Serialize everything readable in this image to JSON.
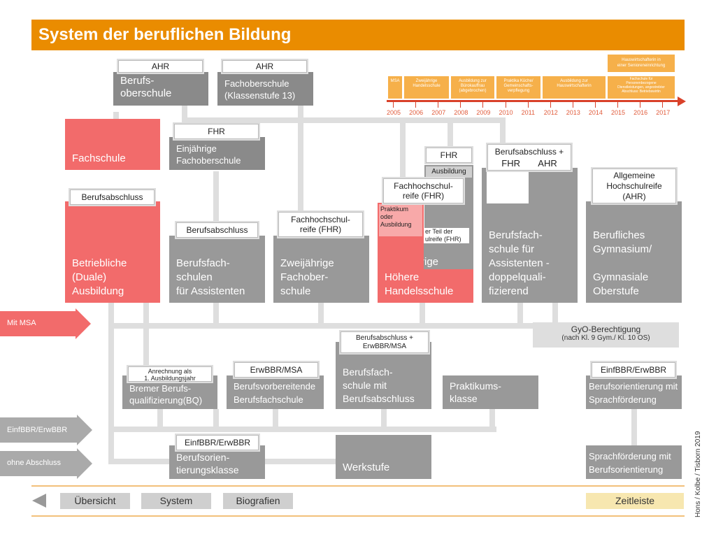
{
  "title": "System der beruflichen Bildung",
  "boxes": {
    "berufsoberschule": "Berufs-\noberschule",
    "fachoberschule13": "Fachoberschule\n(Klassenstufe 13)",
    "fachschule": "Fachschule",
    "einjaehrige_fos": "Einjährige\nFachoberschule",
    "betriebliche": "Betriebliche\n(Duale)\nAusbildung",
    "bfs_assistenten": "Berufsfach-\nschulen\nfür Assistenten",
    "zweijaehrige_fos": "Zweijährige\nFachober-\nschule",
    "hoehere_hs": "Höhere\nHandelsschule",
    "hoehere_partial": "rige",
    "bfs_doppel": "Berufsfach-\nschule für\nAssistenten -\ndoppelquali-\nfizierend",
    "gymnasium": "Berufliches\nGymnasium/\n\nGymnasiale\nOberstufe",
    "bremer_bq": "Bremer Berufs-\nqualifizierung(BQ)",
    "bvb_fachschule": "Berufsvorbereitende\nBerufsfachschule",
    "bfs_abschluss": "Berufsfach-\nschule mit\nBerufsabschluss",
    "praktikumsklasse": "Praktikums-\nklasse",
    "berufsorientierung_sprach": "Berufsorientierung mit\nSprachförderung",
    "berufsorientierungsklasse": "Berufsorien-\ntierungsklasse",
    "werkstufe": "Werkstufe",
    "sprachfoerderung": "Sprachförderung mit\nBerufsorientierung",
    "ausbildung_small": "Ausbildung",
    "praktikum_small": "Praktikum\noder\nAusbildung",
    "teil_fhr": "er Teil der\nulreife (FHR)"
  },
  "labels": {
    "ahr1": "AHR",
    "ahr2": "AHR",
    "fhr1": "FHR",
    "fhr2": "FHR",
    "bfs_fhr_ahr_line1": "Berufsabschluss +",
    "bfs_fhr_ahr_fhr": "FHR",
    "bfs_fhr_ahr_ahr": "AHR",
    "allg_hochschulreife": "Allgemeine\nHochschulreife\n(AHR)",
    "berufsabschluss1": "Berufsabschluss",
    "berufsabschluss2": "Berufsabschluss",
    "fh_reife1": "Fachhochschul-\nreife (FHR)",
    "fh_reife2": "Fachhochschul-\nreife (FHR)",
    "bab_erwbbr": "Berufsabschluss +\nErwBBR/MSA",
    "anrechnung": "Anrechnung als\n1. Ausbildungsjahr",
    "erwbbr_msa": "ErwBBR/MSA",
    "einfbbr_erwbbr1": "EinfBBR/ErwBBR",
    "einfbbr_erwbbr2": "EinfBBR/ErwBBR"
  },
  "gyo": {
    "title": "GyO-Berechtigung",
    "sub": "(nach Kl. 9 Gym./  Kl. 10 OS)"
  },
  "entries": {
    "msa": "Mit MSA",
    "einfbbr": "EinfBBR/ErwBBR",
    "ohne": "ohne Abschluss"
  },
  "timeline": {
    "years": [
      "2005",
      "2006",
      "2007",
      "2008",
      "2009",
      "2010",
      "2011",
      "2012",
      "2013",
      "2014",
      "2015",
      "2016",
      "2017"
    ],
    "items": [
      "MSA",
      "Zweijährige\nHandelsschule",
      "Ausbildung zur\nBürokauffrau\n(abgebrochen)",
      "Praktika Küche/\nGemeinschafts-\nverpflegung",
      "Ausbildung zur\nHauswirtschafterin",
      "Fachschule für\nPersonenbezogene\nDienstleistungen, angestrebter\nAbschluss: Betriebswirtin"
    ],
    "top_item": "Hauswirtschafterin in\neiner Senioreneinrichtung"
  },
  "nav": {
    "uebersicht": "Übersicht",
    "system": "System",
    "biografien": "Biografien",
    "zeitleiste": "Zeitleiste"
  },
  "credit": "Hons / Kolbe / Tisborn 2019",
  "colors": {
    "orange": "#ea8c00",
    "red": "#f26b6b",
    "gray": "#999999",
    "light": "#dedede",
    "timeline": "#f6b04a",
    "timeline_axis": "#d9412a"
  }
}
